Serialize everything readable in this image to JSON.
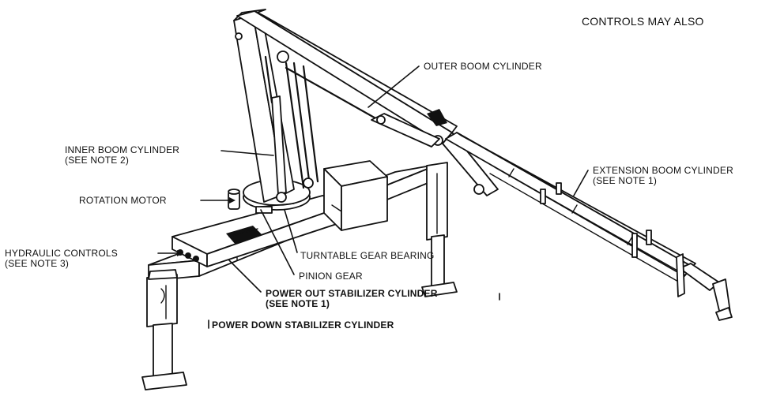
{
  "header": {
    "text": "CONTROLS MAY ALSO"
  },
  "labels": {
    "outer_boom": "OUTER BOOM CYLINDER",
    "inner_boom_1": "INNER BOOM CYLINDER",
    "inner_boom_2": "(SEE NOTE 2)",
    "extension_1": "EXTENSION BOOM CYLINDER",
    "extension_2": "(SEE NOTE 1)",
    "rotation": "ROTATION MOTOR",
    "hydraulic_1": "HYDRAULIC CONTROLS",
    "hydraulic_2": "(SEE NOTE 3)",
    "turntable": "TURNTABLE GEAR BEARING",
    "pinion": "PINION GEAR",
    "power_out_1": "POWER OUT STABILIZER CYLINDER",
    "power_out_2": "(SEE NOTE 1)",
    "power_down": "POWER DOWN STABILIZER CYLINDER"
  }
}
